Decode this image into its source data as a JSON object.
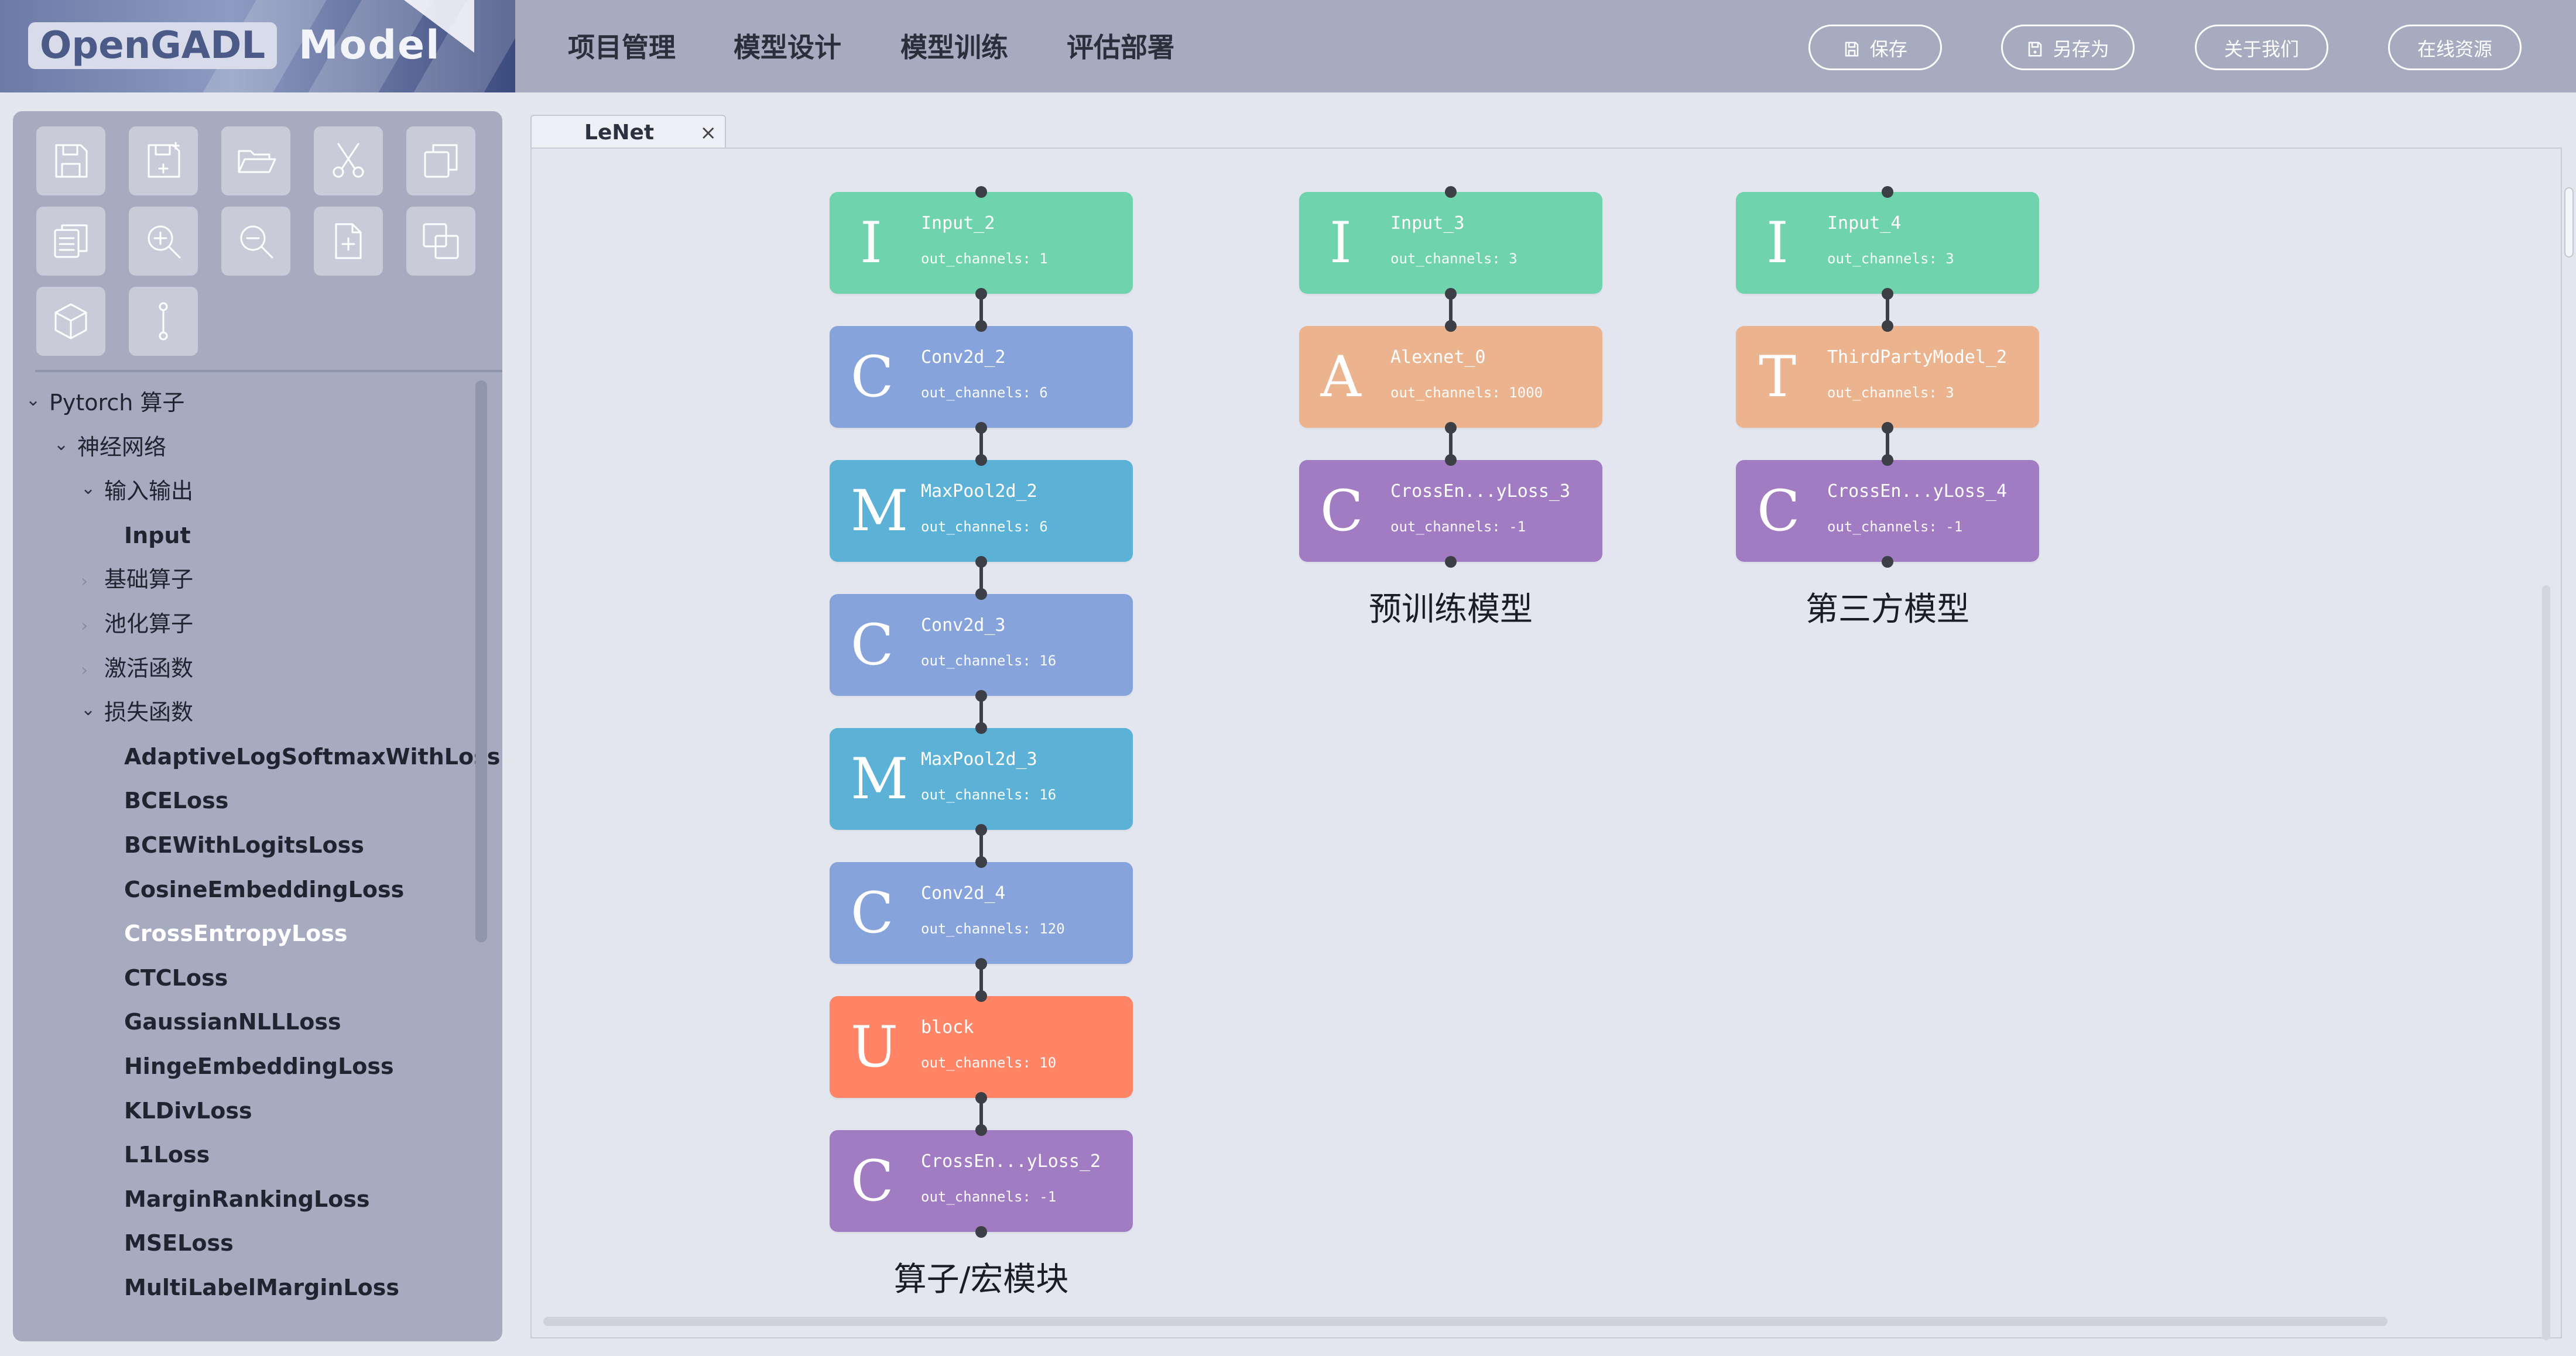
{
  "logo": {
    "part1": "OpenGADL",
    "part2": "Model"
  },
  "menu": [
    "项目管理",
    "模型设计",
    "模型训练",
    "评估部署"
  ],
  "header_buttons": [
    {
      "label": "保存",
      "icon": "save-icon"
    },
    {
      "label": "另存为",
      "icon": "save-as-icon"
    },
    {
      "label": "关于我们",
      "icon": ""
    },
    {
      "label": "在线资源",
      "icon": ""
    }
  ],
  "toolbar": [
    "save-icon",
    "save-as-icon",
    "open-folder-icon",
    "cut-icon",
    "copy-icon",
    "paste-icon",
    "zoom-in-icon",
    "zoom-out-icon",
    "new-file-icon",
    "duplicate-icon",
    "cube-icon",
    "connector-icon"
  ],
  "tree": [
    {
      "label": "Pytorch 算子",
      "level": 0,
      "arrow": "open"
    },
    {
      "label": "神经网络",
      "level": 1,
      "arrow": "open"
    },
    {
      "label": "输入输出",
      "level": 2,
      "arrow": "open"
    },
    {
      "label": "Input",
      "level": 3,
      "arrow": "none"
    },
    {
      "label": "基础算子",
      "level": 2,
      "arrow": "closed"
    },
    {
      "label": "池化算子",
      "level": 2,
      "arrow": "closed"
    },
    {
      "label": "激活函数",
      "level": 2,
      "arrow": "closed"
    },
    {
      "label": "损失函数",
      "level": 2,
      "arrow": "open"
    },
    {
      "label": "AdaptiveLogSoftmaxWithLoss",
      "level": 3,
      "arrow": "none"
    },
    {
      "label": "BCELoss",
      "level": 3,
      "arrow": "none"
    },
    {
      "label": "BCEWithLogitsLoss",
      "level": 3,
      "arrow": "none"
    },
    {
      "label": "CosineEmbeddingLoss",
      "level": 3,
      "arrow": "none"
    },
    {
      "label": "CrossEntropyLoss",
      "level": 3,
      "arrow": "none",
      "selected": true
    },
    {
      "label": "CTCLoss",
      "level": 3,
      "arrow": "none"
    },
    {
      "label": "GaussianNLLLoss",
      "level": 3,
      "arrow": "none"
    },
    {
      "label": "HingeEmbeddingLoss",
      "level": 3,
      "arrow": "none"
    },
    {
      "label": "KLDivLoss",
      "level": 3,
      "arrow": "none"
    },
    {
      "label": "L1Loss",
      "level": 3,
      "arrow": "none"
    },
    {
      "label": "MarginRankingLoss",
      "level": 3,
      "arrow": "none"
    },
    {
      "label": "MSELoss",
      "level": 3,
      "arrow": "none"
    },
    {
      "label": "MultiLabelMarginLoss",
      "level": 3,
      "arrow": "none"
    }
  ],
  "tab": {
    "label": "LeNet",
    "close": "×"
  },
  "node_colors": {
    "input": "#6fd3ad",
    "conv": "#86a3dc",
    "pool": "#5cb1d7",
    "loss": "#a17cc3",
    "pretrained": "#ebb48f",
    "user": "#ff8566"
  },
  "graphs": [
    {
      "caption": "算子/宏模块",
      "nodes": [
        {
          "letter": "I",
          "name": "Input_2",
          "meta": "out_channels: 1",
          "color": "input"
        },
        {
          "letter": "C",
          "name": "Conv2d_2",
          "meta": "out_channels: 6",
          "color": "conv"
        },
        {
          "letter": "M",
          "name": "MaxPool2d_2",
          "meta": "out_channels: 6",
          "color": "pool"
        },
        {
          "letter": "C",
          "name": "Conv2d_3",
          "meta": "out_channels: 16",
          "color": "conv"
        },
        {
          "letter": "M",
          "name": "MaxPool2d_3",
          "meta": "out_channels: 16",
          "color": "pool"
        },
        {
          "letter": "C",
          "name": "Conv2d_4",
          "meta": "out_channels: 120",
          "color": "conv"
        },
        {
          "letter": "U",
          "name": "block",
          "meta": "out_channels: 10",
          "color": "user"
        },
        {
          "letter": "C",
          "name": "CrossEn...yLoss_2",
          "meta": "out_channels: -1",
          "color": "loss"
        }
      ]
    },
    {
      "caption": "预训练模型",
      "nodes": [
        {
          "letter": "I",
          "name": "Input_3",
          "meta": "out_channels: 3",
          "color": "input"
        },
        {
          "letter": "A",
          "name": "Alexnet_0",
          "meta": "out_channels: 1000",
          "color": "pretrained"
        },
        {
          "letter": "C",
          "name": "CrossEn...yLoss_3",
          "meta": "out_channels: -1",
          "color": "loss"
        }
      ]
    },
    {
      "caption": "第三方模型",
      "nodes": [
        {
          "letter": "I",
          "name": "Input_4",
          "meta": "out_channels: 3",
          "color": "input"
        },
        {
          "letter": "T",
          "name": "ThirdPartyModel_2",
          "meta": "out_channels: 3",
          "color": "pretrained"
        },
        {
          "letter": "C",
          "name": "CrossEn...yLoss_4",
          "meta": "out_channels: -1",
          "color": "loss"
        }
      ]
    }
  ]
}
